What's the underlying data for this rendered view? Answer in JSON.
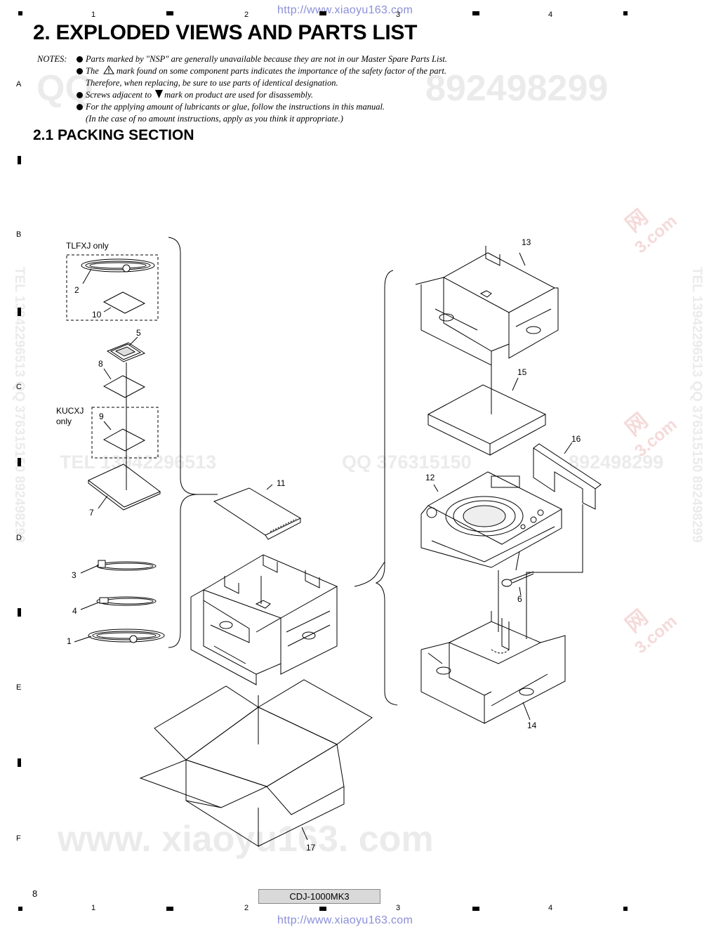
{
  "header": {
    "url_top": "http://www.xiaoyu163.com",
    "column_numbers": [
      "1",
      "2",
      "3",
      "4"
    ],
    "title": "2. EXPLODED VIEWS AND PARTS LIST"
  },
  "notes": {
    "label": "NOTES:",
    "lines": [
      "Parts marked by \"NSP\" are generally unavailable because they are not in our Master Spare Parts List.",
      "The",
      "mark found on some component parts indicates the importance of the safety factor of the part.",
      "Therefore, when replacing, be sure to use parts of identical designation.",
      "Screws adjacent to",
      "mark on product are used for disassembly.",
      "For the applying amount of lubricants or glue, follow the instructions in this manual.",
      "(In the case of no amount instructions, apply as you think it appropriate.)"
    ]
  },
  "section_title": "2.1  PACKING SECTION",
  "row_letters": [
    "A",
    "B",
    "C",
    "D",
    "E",
    "F"
  ],
  "watermarks": {
    "qq_left": "QQ",
    "qq_number": "892498299",
    "tel_line": "TEL 13942296513",
    "qq_line": "QQ 376315150",
    "qq_line_right": "892498299",
    "vertical": "TEL 13942296513  QQ 376315150  892498299",
    "website": "www. xiaoyu163. com",
    "cn_1": "网",
    "cn_2": "3.com"
  },
  "diagram": {
    "group_tlfxj": "TLFXJ only",
    "group_kucxj": "KUCXJ only",
    "part_labels": [
      "1",
      "2",
      "3",
      "4",
      "5",
      "6",
      "7",
      "8",
      "9",
      "10",
      "11",
      "12",
      "13",
      "14",
      "15",
      "16",
      "17"
    ]
  },
  "footer": {
    "page_number": "8",
    "model": "CDJ-1000MK3",
    "url_bottom": "http://www.xiaoyu163.com"
  }
}
